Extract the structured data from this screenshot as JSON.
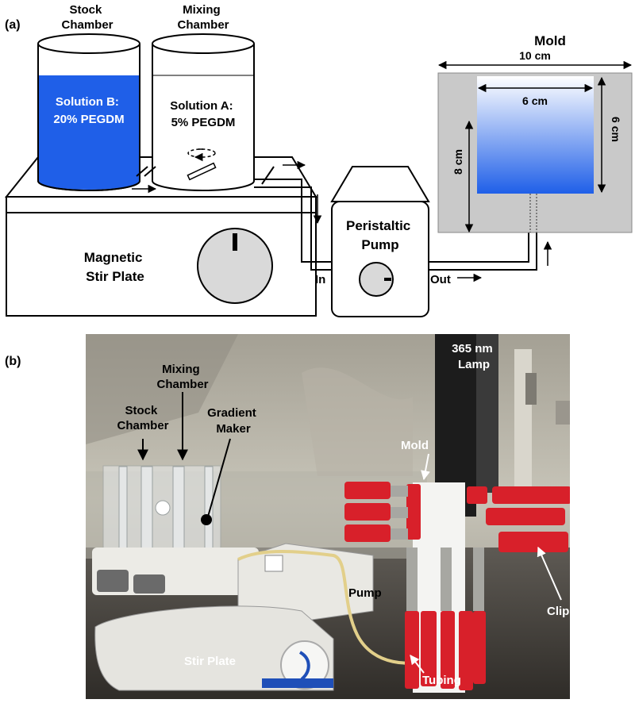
{
  "panel_a": {
    "panel_label": "(a)",
    "stock_chamber": {
      "line1": "Stock",
      "line2": "Chamber"
    },
    "mixing_chamber": {
      "line1": "Mixing",
      "line2": "Chamber"
    },
    "solution_b": {
      "line1": "Solution B:",
      "line2": "20% PEGDM"
    },
    "solution_a": {
      "line1": "Solution A:",
      "line2": "5% PEGDM"
    },
    "stir_plate": {
      "line1": "Magnetic",
      "line2": "Stir Plate"
    },
    "pump": {
      "line1": "Peristaltic",
      "line2": "Pump"
    },
    "pump_in": "In",
    "pump_out": "Out",
    "mold": {
      "title": "Mold",
      "outer_width": "10 cm",
      "inner_width": "6 cm",
      "outer_height": "8 cm",
      "inner_height": "6 cm"
    }
  },
  "panel_b": {
    "panel_label": "(b)",
    "lamp": {
      "line1": "365 nm",
      "line2": "Lamp"
    },
    "mixing_chamber": {
      "line1": "Mixing",
      "line2": "Chamber"
    },
    "stock_chamber": {
      "line1": "Stock",
      "line2": "Chamber"
    },
    "gradient_maker": {
      "line1": "Gradient",
      "line2": "Maker"
    },
    "mold": "Mold",
    "pump": "Pump",
    "clips": "Clips",
    "stir_plate": "Stir Plate",
    "tubing": "Tubing"
  },
  "colors": {
    "solution_blue": "#1f5fe8",
    "mold_grey": "#c9c9c9",
    "clip_red": "#d8202a",
    "tubing_yellow": "#e2cf8a"
  }
}
